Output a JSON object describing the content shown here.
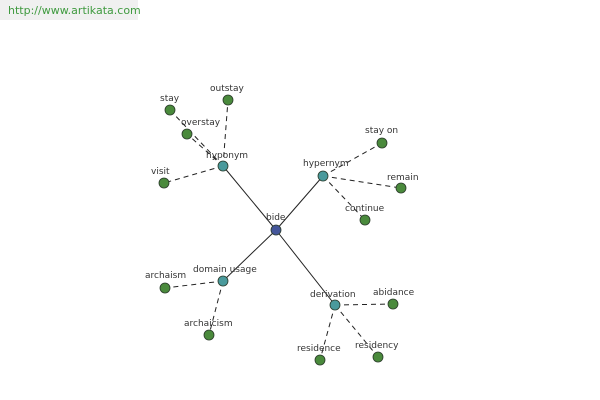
{
  "header": {
    "url": "http://www.artikata.com"
  },
  "colors": {
    "center_node": "#44569a",
    "relation_node": "#4a9a9c",
    "word_node": "#4a8a3c",
    "node_stroke": "#2a3a2a",
    "edge": "#222222",
    "url_text": "#3f9a3f"
  },
  "graph": {
    "center": {
      "id": "bide",
      "label": "bide"
    },
    "relations": [
      {
        "id": "hyponym",
        "label": "hyponym",
        "words": [
          "stay",
          "outstay",
          "overstay",
          "visit"
        ]
      },
      {
        "id": "hypernym",
        "label": "hypernym",
        "words": [
          "stay on",
          "remain",
          "continue"
        ]
      },
      {
        "id": "domain-usage",
        "label": "domain usage",
        "words": [
          "archaism",
          "archaicism"
        ]
      },
      {
        "id": "derivation",
        "label": "derivation",
        "words": [
          "abidance",
          "residence",
          "residency"
        ]
      }
    ]
  }
}
